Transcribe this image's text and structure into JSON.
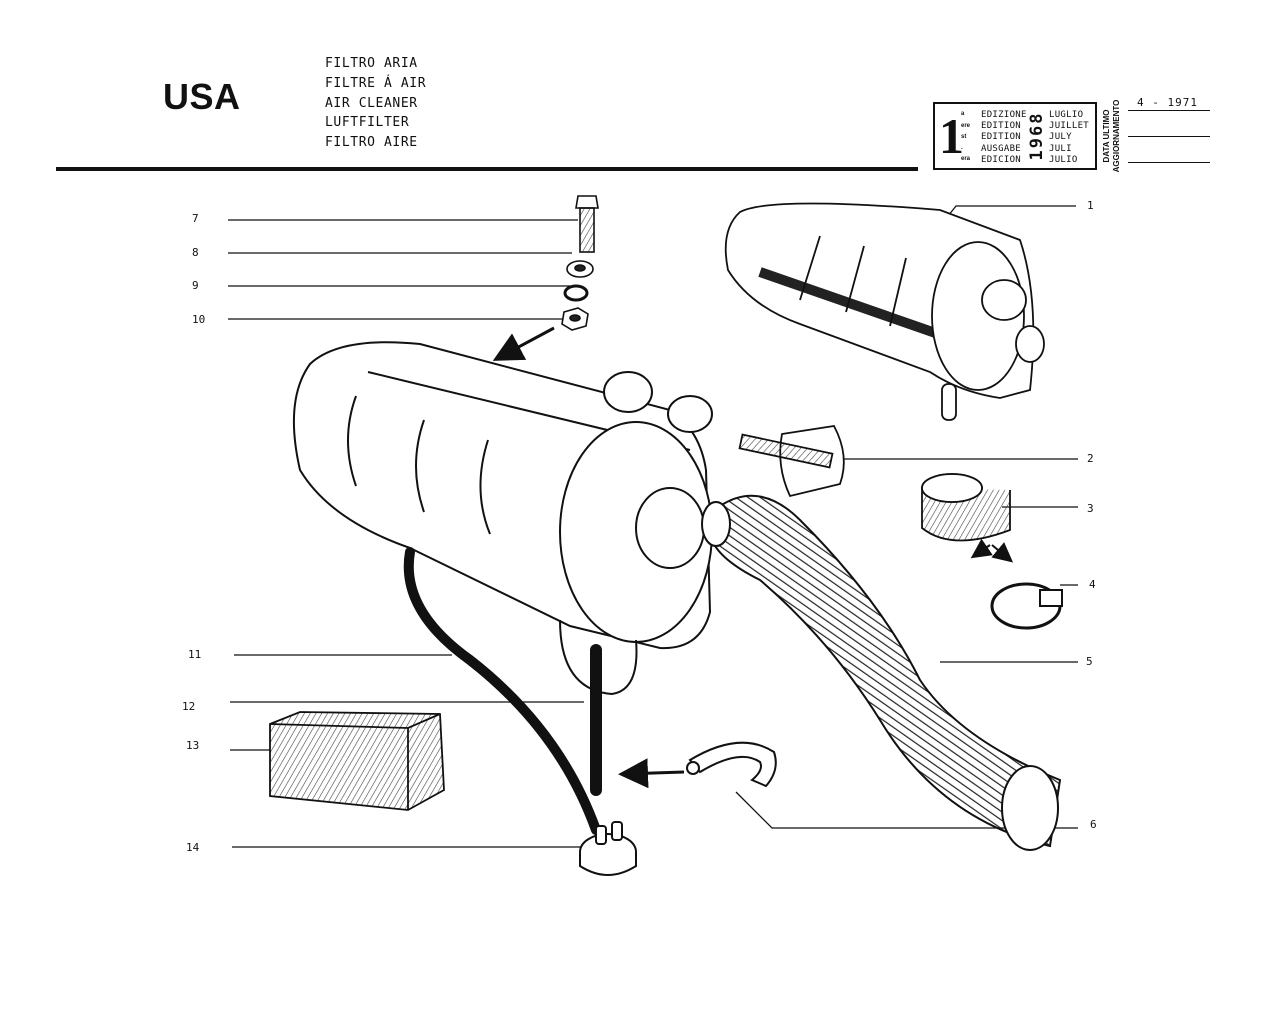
{
  "header": {
    "region": "USA",
    "titles": [
      "FILTRO ARIA",
      "FILTRE Á AIR",
      "AIR CLEANER",
      "LUFTFILTER",
      "FILTRO AIRE"
    ]
  },
  "edition": {
    "number": "1",
    "suffixes": [
      "a",
      "ere",
      "st",
      ".",
      "era"
    ],
    "labels": [
      "EDIZIONE",
      "EDITION",
      "EDITION",
      "AUSGABE",
      "EDICION"
    ],
    "year": "1968",
    "months": [
      "LUGLIO",
      "JUILLET",
      "JULY",
      "JULI",
      "JULIO"
    ]
  },
  "update": {
    "label_line1": "DATA ULTIMO",
    "label_line2": "AGGIORNAMENTO",
    "date": "4 - 1971"
  },
  "callouts": {
    "left": [
      "7",
      "8",
      "9",
      "10",
      "11",
      "12",
      "13",
      "14"
    ],
    "right": [
      "1",
      "2",
      "3",
      "4",
      "5",
      "6"
    ]
  },
  "parts": [
    {
      "name": "air-cleaner-assembly-icon"
    },
    {
      "name": "air-cleaner-body-icon"
    },
    {
      "name": "flexible-intake-hose-icon"
    },
    {
      "name": "hose-clamp-icon"
    },
    {
      "name": "rubber-sleeve-icon"
    },
    {
      "name": "filter-element-icon"
    },
    {
      "name": "drain-valve-icon"
    },
    {
      "name": "bolt-icon"
    },
    {
      "name": "washer-icon"
    },
    {
      "name": "lock-washer-icon"
    },
    {
      "name": "nut-icon"
    }
  ]
}
